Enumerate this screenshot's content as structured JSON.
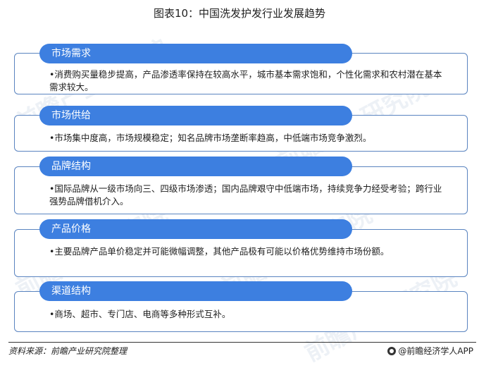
{
  "title": "图表10：中国洗发护发行业发展趋势",
  "sections": [
    {
      "label": "市场需求",
      "text": "•消费购买量稳步提高，产品渗透率保持在较高水平，城市基本需求饱和，个性化需求和农村潜在基本需求较大。"
    },
    {
      "label": "市场供给",
      "text": "•市场集中度高，市场规模稳定；知名品牌市场垄断率趋高，中低端市场竞争激烈。"
    },
    {
      "label": "品牌结构",
      "text": "•国际品牌从一级市场向三、四级市场渗透；国内品牌艰守中低端市场，持续竞争力经受考验；跨行业强势品牌借机介入。"
    },
    {
      "label": "产品价格",
      "text": "•主要品牌产品单价稳定并可能微幅调整，其他产品极有可能以价格优势维持市场份额。"
    },
    {
      "label": "渠道结构",
      "text": "•商场、超市、专门店、电商等多种形式互补。"
    }
  ],
  "watermark": "前瞻产业研究院",
  "footer": {
    "source": "资料来源：前瞻产业研究院整理",
    "brand": "@前瞻经济学人APP"
  }
}
